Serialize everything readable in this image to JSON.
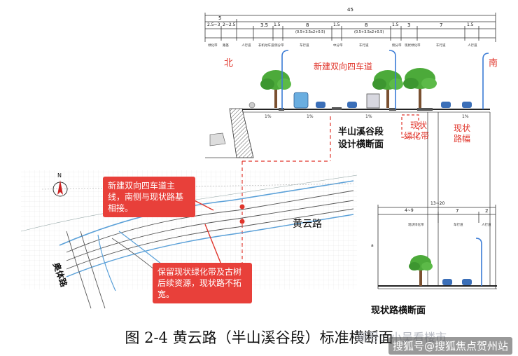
{
  "top_section": {
    "total_width": "45",
    "dims_row1": [
      "5",
      "3.5",
      "1.5",
      "8",
      "1.5",
      "8",
      "1.5",
      "3",
      "7",
      "1.5"
    ],
    "dims_row0_left": [
      "2.5~3",
      "2~2.5"
    ],
    "dims_sub": [
      "(0.5+3.5x2+0.5)",
      "(0.5+3.5x2+0.5)"
    ],
    "title": "新建双向四车道",
    "north": "北",
    "south": "南",
    "section_label_line1": "半山溪谷段",
    "section_label_line2": "设计横断面",
    "existing_green_line1": "现状",
    "existing_green_line2": "绿化带",
    "existing_road_line1": "现状",
    "existing_road_line2": "路幅",
    "slope_marks": [
      "1%",
      "1%",
      "1%",
      "1%"
    ]
  },
  "lower_section": {
    "total": "13~20",
    "dims": [
      "4~9",
      "7",
      "2"
    ],
    "title": "现状路横断面"
  },
  "map": {
    "road_name": "黄云路",
    "side_road": "奥体路",
    "north_symbol": "N",
    "callout_top": "新建双向四车道主线，南侧与现状路基相接。",
    "callout_bottom": "保留现状绿化带及古树后续资源，现状路不拓宽。"
  },
  "caption": "图 2-4  黄云路（半山溪谷段）标准横断面",
  "watermarks": [
    "新号：小吴看楼市",
    "搜狐号@搜狐焦点贺州站"
  ],
  "colors": {
    "red": "#e0352b",
    "tree_green": "#4caa3a",
    "lamp_blue": "#3a7bd5",
    "car_blue": "#3b6fb8",
    "dashed_red": "#e0352b"
  }
}
